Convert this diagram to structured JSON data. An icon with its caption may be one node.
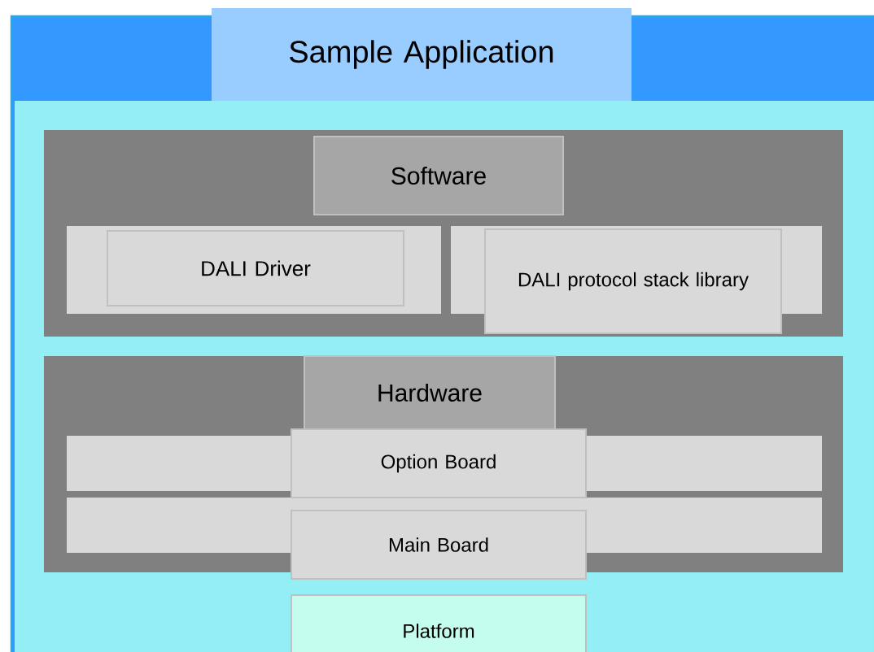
{
  "diagram": {
    "nodes": [
      {
        "text": [
          "Sample Application"
        ]
      },
      {
        "text": [
          "Software"
        ],
        "in": 0
      },
      {
        "text": [
          "DALI Driver"
        ],
        "in": 1
      },
      {
        "text": [
          "DALI protocol stack library"
        ],
        "in": 1
      },
      {
        "text": [
          "Hardware"
        ],
        "in": 0
      },
      {
        "text": [
          "Option Board"
        ],
        "in": 4
      },
      {
        "text": [
          "Main Board"
        ],
        "in": 4
      },
      {
        "text": [
          "Platform"
        ],
        "in": 0
      }
    ]
  }
}
